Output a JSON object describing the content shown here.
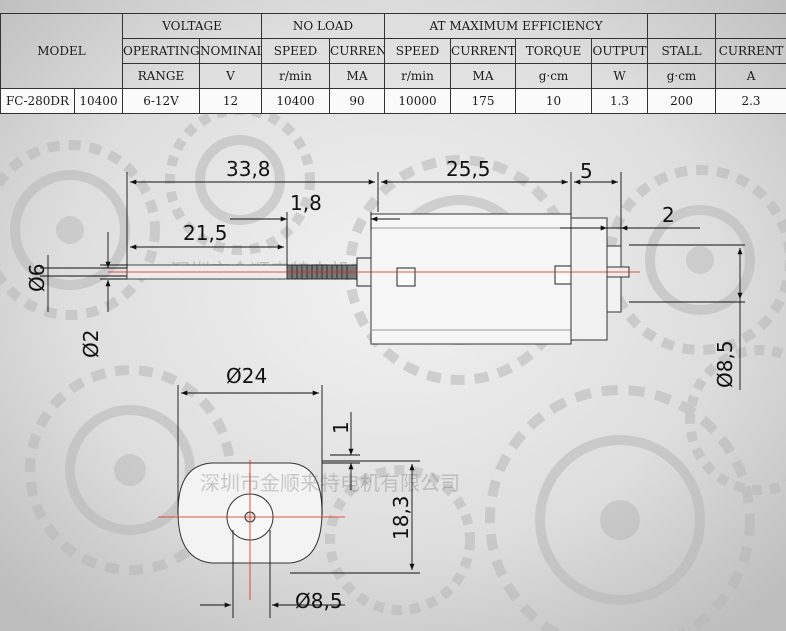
{
  "table": {
    "model_header": "MODEL",
    "voltage_header": "VOLTAGE",
    "no_load_header": "NO LOAD",
    "max_eff_header": "AT MAXIMUM EFFICIENCY",
    "sub_headers": [
      "OPERATING",
      "NOMINAL",
      "SPEED",
      "CURRENT",
      "SPEED",
      "CURRENT",
      "TORQUE",
      "OUTPUT",
      "STALL",
      "CURRENT"
    ],
    "units": [
      "RANGE",
      "V",
      "r/min",
      "MA",
      "r/min",
      "MA",
      "g·cm",
      "W",
      "g·cm",
      "A"
    ],
    "row": [
      "FC-280DR",
      "10400",
      "6-12V",
      "12",
      "10400",
      "90",
      "10000",
      "175",
      "10",
      "1.3",
      "200",
      "2.3"
    ]
  },
  "side_view": {
    "dim_total_left": "33,8",
    "dim_body": "25,5",
    "dim_endcap": "5",
    "dim_knurl": "1,8",
    "dim_tail": "2",
    "dim_shaft": "21,5",
    "dim_shaft_dia": "Ø6",
    "dim_shaft_pin": "Ø2",
    "dim_end_dia": "Ø8,5"
  },
  "front_view": {
    "dim_width": "Ø24",
    "dim_offset": "1",
    "dim_height": "18,3",
    "dim_boss": "Ø8,5"
  },
  "watermark": "深圳市金顺来特电机有限公司"
}
